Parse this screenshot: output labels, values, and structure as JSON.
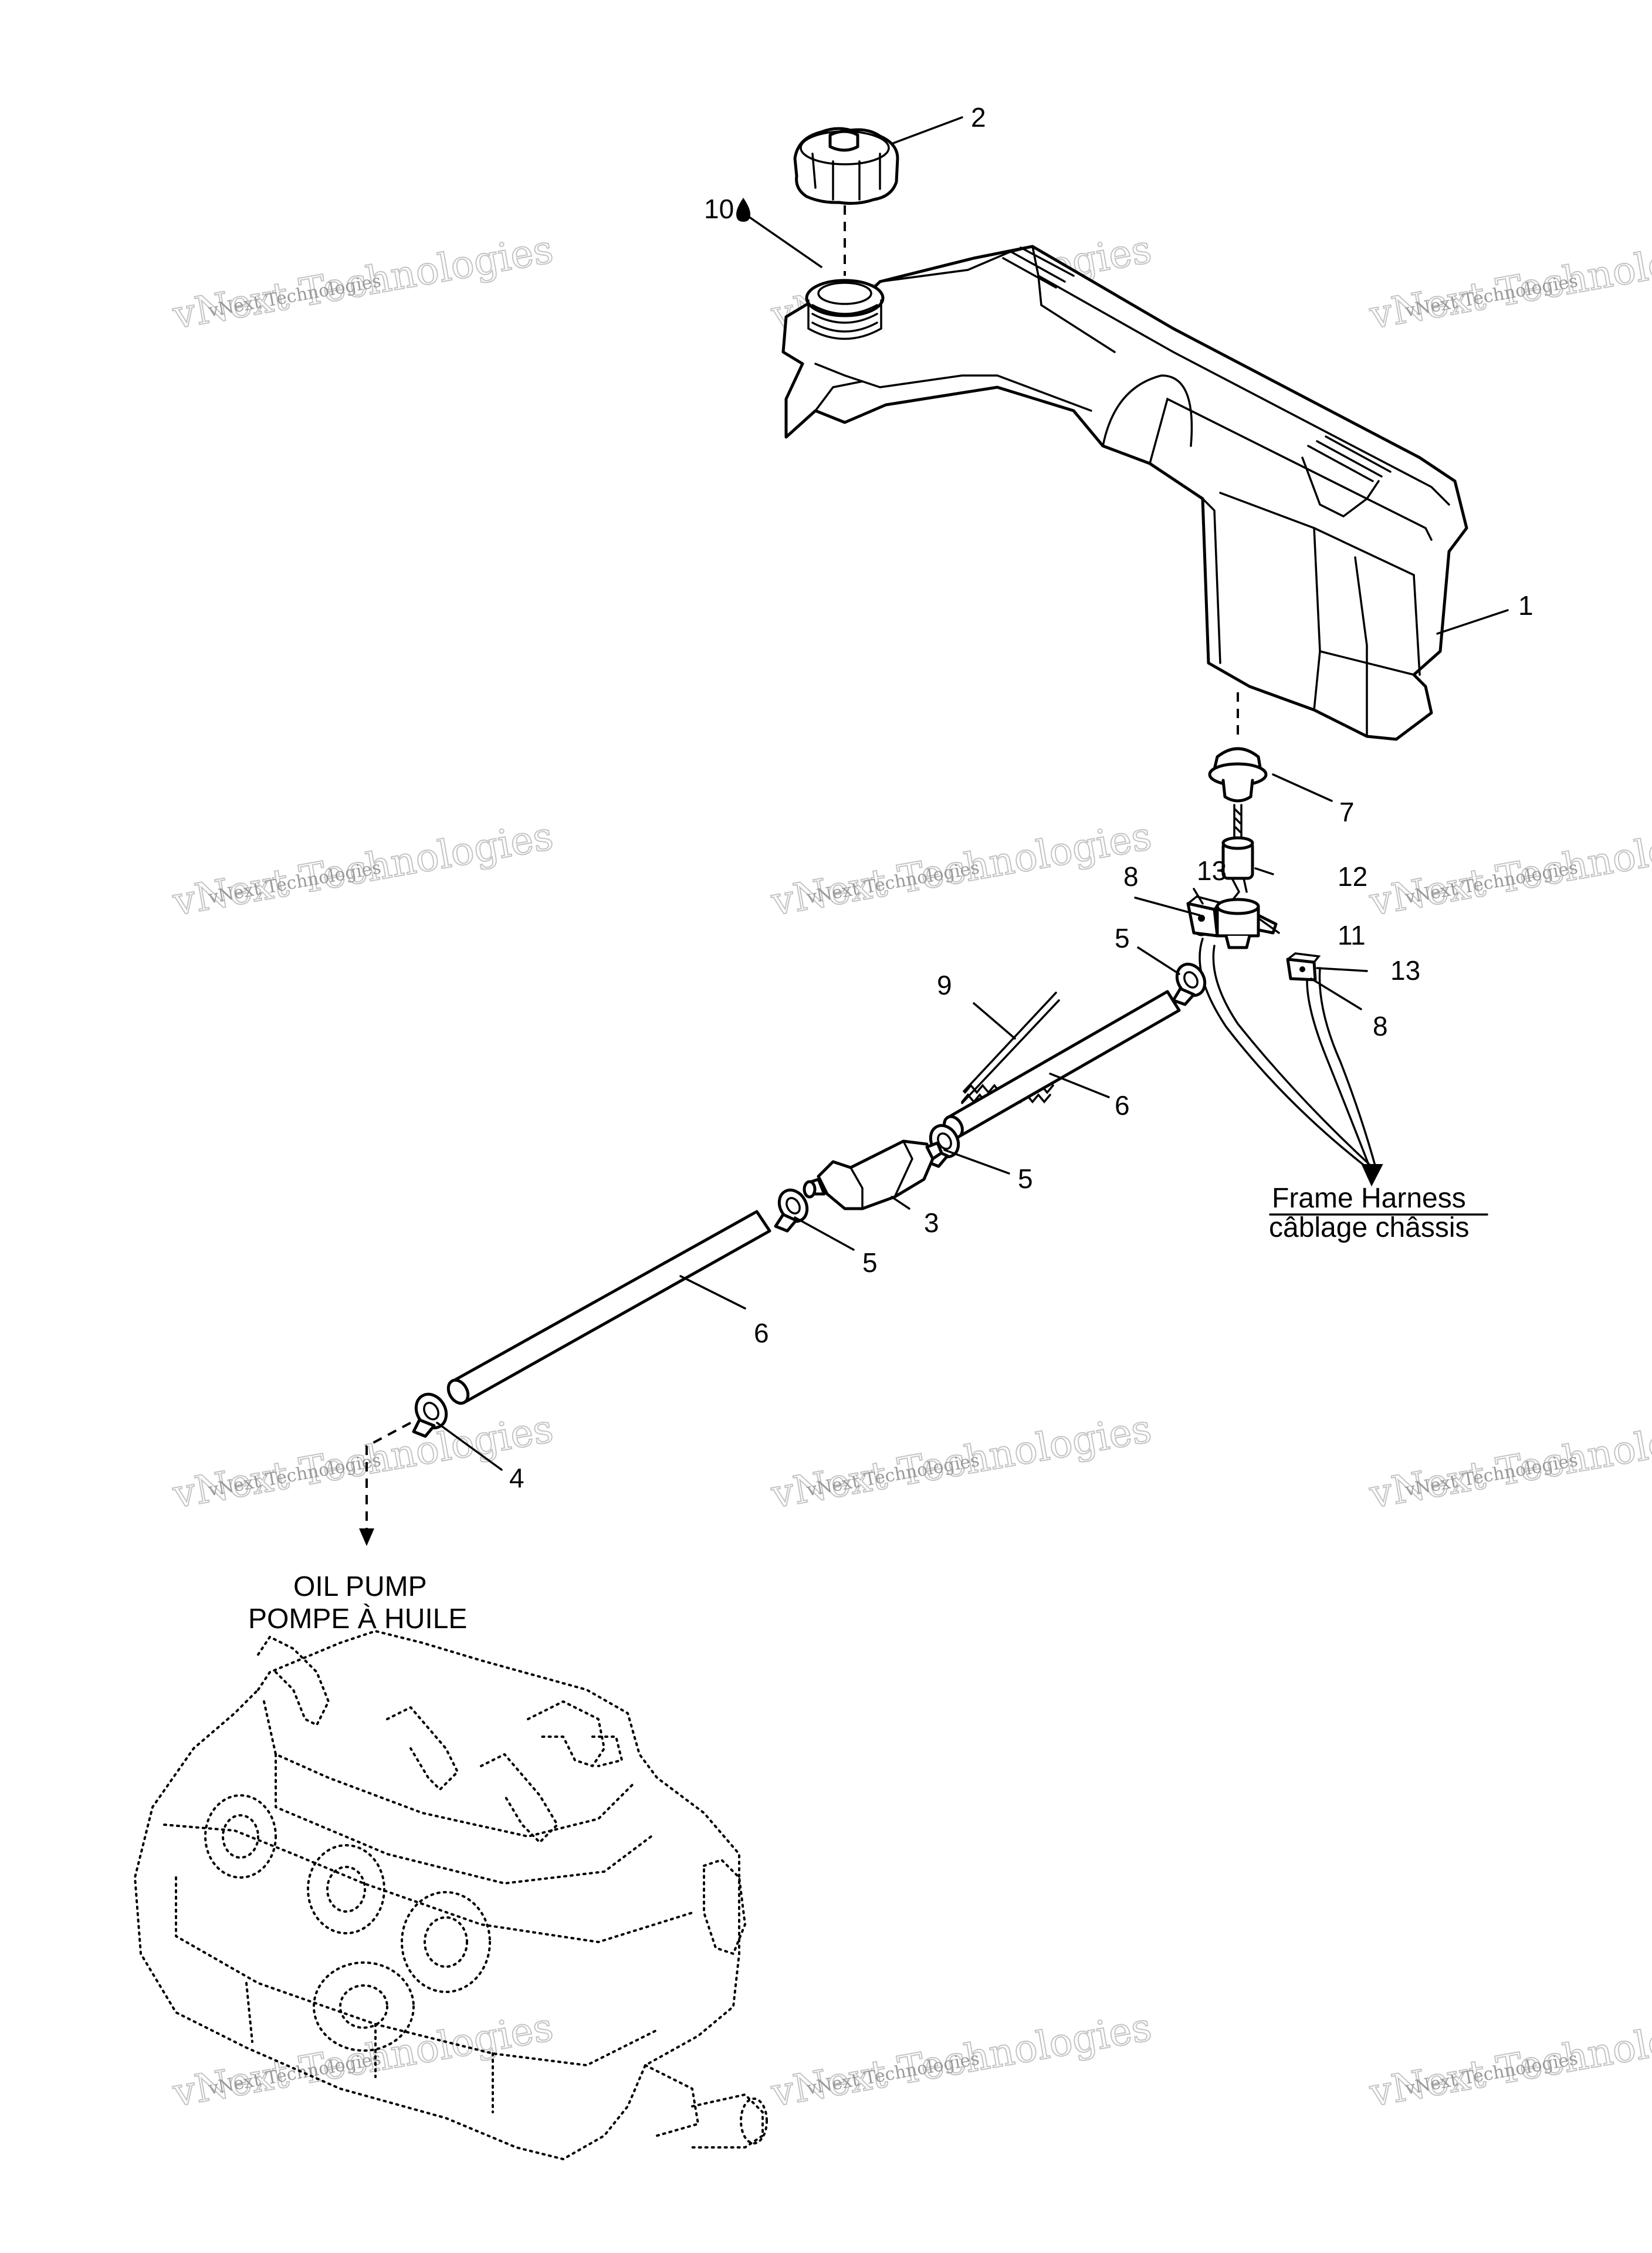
{
  "callouts": {
    "c1": "1",
    "c2": "2",
    "c3": "3",
    "c4": "4",
    "c5a": "5",
    "c5b": "5",
    "c5c": "5",
    "c6a": "6",
    "c6b": "6",
    "c7": "7",
    "c8a": "8",
    "c8b": "8",
    "c9": "9",
    "c10": "10",
    "c11": "11",
    "c12": "12",
    "c13a": "13",
    "c13b": "13"
  },
  "captions": {
    "frame_harness_en": "Frame Harness",
    "frame_harness_fr": "câblage châssis",
    "oil_pump_en": "OIL PUMP",
    "oil_pump_fr": "POMPE À HUILE"
  },
  "watermark": {
    "line1": "vNext Technologies",
    "line2": "vNext Technologies"
  },
  "icons": {
    "oil_drop": "oil-drop-icon"
  }
}
